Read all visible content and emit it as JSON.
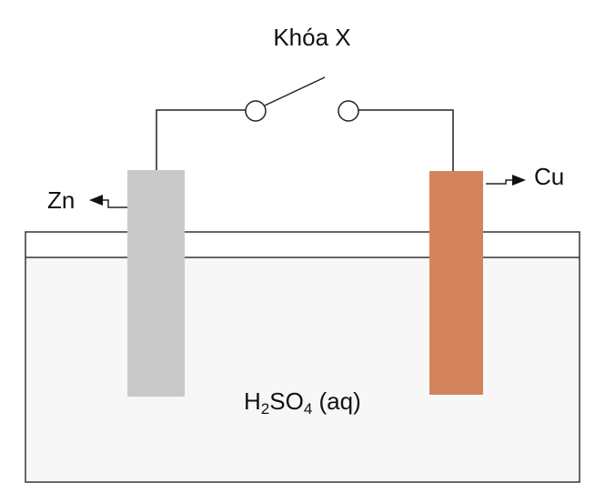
{
  "switch": {
    "label": "Khóa X"
  },
  "electrodes": {
    "left": {
      "label": "Zn",
      "color": "#c9c9c9"
    },
    "right": {
      "label": "Cu",
      "color": "#d4845a"
    }
  },
  "solution": {
    "formula_h": "H",
    "sub1": "2",
    "formula_so": "SO",
    "sub2": "4",
    "state": " (aq)",
    "color": "#f7f7f7"
  }
}
